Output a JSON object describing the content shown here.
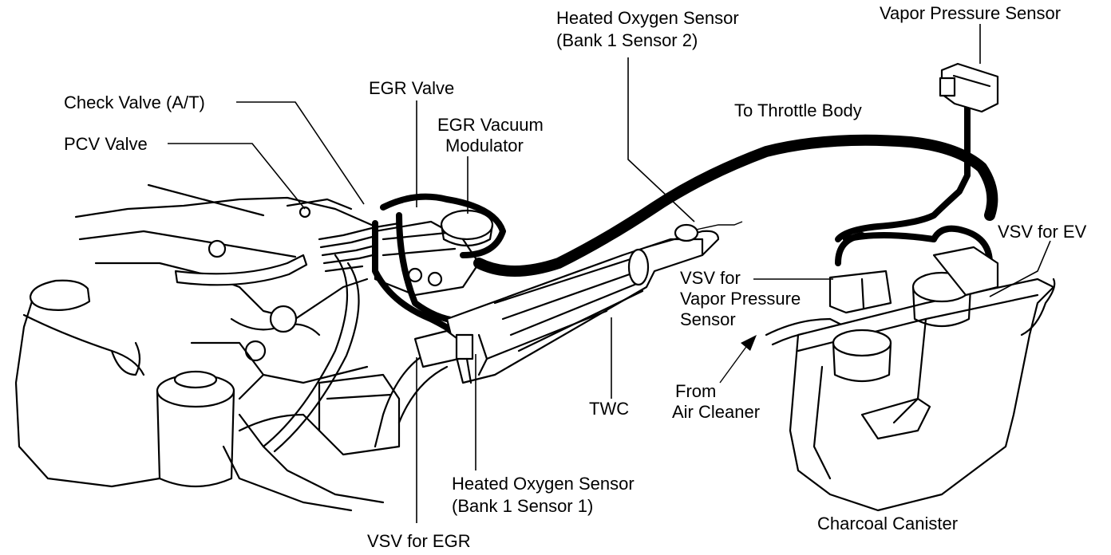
{
  "labels": {
    "heated_o2_s2_line1": "Heated Oxygen Sensor",
    "heated_o2_s2_line2": "(Bank 1 Sensor 2)",
    "vapor_pressure_sensor": "Vapor Pressure Sensor",
    "egr_valve": "EGR Valve",
    "check_valve": "Check Valve (A/T)",
    "egr_vacuum_modulator_line1": "EGR Vacuum",
    "egr_vacuum_modulator_line2": "Modulator",
    "to_throttle_body": "To Throttle Body",
    "pcv_valve": "PCV Valve",
    "vsv_for_ev": "VSV for EV",
    "vsv_for_vapor_line1": "VSV for",
    "vsv_for_vapor_line2": "Vapor Pressure",
    "vsv_for_vapor_line3": "Sensor",
    "from_air_cleaner_line1": "From",
    "from_air_cleaner_line2": "Air Cleaner",
    "twc": "TWC",
    "heated_o2_s1_line1": "Heated Oxygen Sensor",
    "heated_o2_s1_line2": "(Bank 1 Sensor 1)",
    "charcoal_canister": "Charcoal Canister",
    "vsv_for_egr": "VSV for EGR"
  }
}
